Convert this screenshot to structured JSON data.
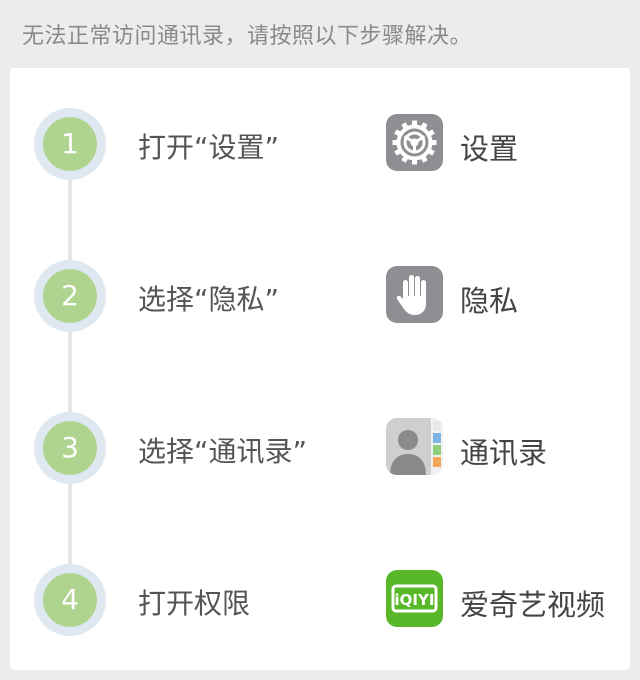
{
  "notice": "无法正常访问通讯录，请按照以下步骤解决。",
  "steps": [
    {
      "number": "1",
      "text": "打开“设置”",
      "app_label": "设置",
      "icon": "settings-gear-icon"
    },
    {
      "number": "2",
      "text": "选择“隐私”",
      "app_label": "隐私",
      "icon": "privacy-hand-icon"
    },
    {
      "number": "3",
      "text": "选择“通讯录”",
      "app_label": "通讯录",
      "icon": "contacts-icon"
    },
    {
      "number": "4",
      "text": "打开权限",
      "app_label": "爱奇艺视频",
      "icon": "iqiyi-app-icon"
    }
  ],
  "colors": {
    "step_circle": "#aed48f",
    "step_ring": "#dfe8f0",
    "settings_icon_bg": "#8e8e93",
    "iqiyi_green": "#59b82a"
  },
  "iqiyi_logo_text": "iQIYI"
}
